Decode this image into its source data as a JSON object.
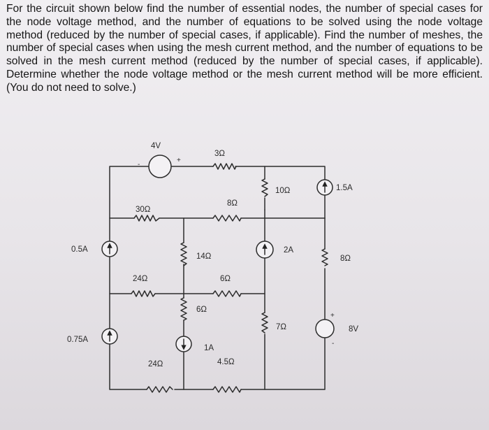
{
  "question": "For the circuit shown below find the number of essential nodes, the number of special cases for the node voltage method, and the number of equations to be solved using the node voltage method (reduced by the number of special cases, if applicable). Find the number of meshes, the number of special cases when using the mesh current method, and the number of equations to be solved in the mesh current method (reduced by the number of special cases, if applicable). Determine whether the node voltage method or the mesh current method will be more efficient. (You do not need to solve.)",
  "circuit": {
    "labels": {
      "v4": "4V",
      "r3": "3Ω",
      "r10": "10Ω",
      "i1_5": "1.5A",
      "r30": "30Ω",
      "r8_mid": "8Ω",
      "i0_5": "0.5A",
      "r14": "14Ω",
      "i2": "2A",
      "r8_right": "8Ω",
      "r24_mid": "24Ω",
      "r6_mid": "6Ω",
      "r6_low": "6Ω",
      "r7": "7Ω",
      "v8": "8V",
      "i0_75": "0.75A",
      "i1": "1A",
      "r24_bot": "24Ω",
      "r4_5": "4.5Ω",
      "minus": "-",
      "plus": "+"
    }
  }
}
